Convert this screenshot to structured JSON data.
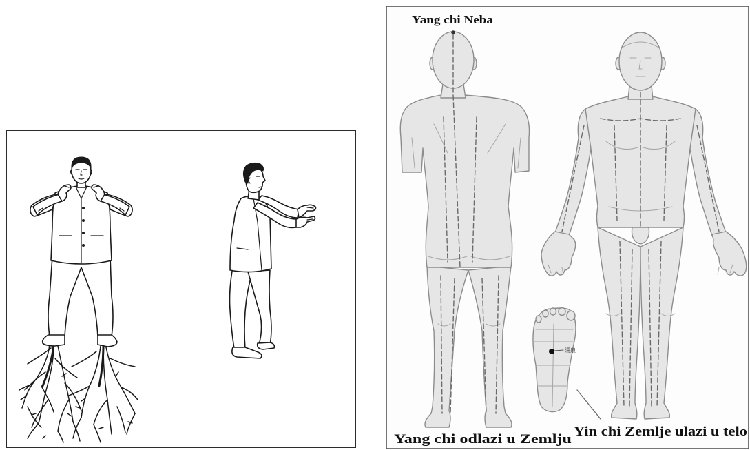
{
  "labels": {
    "top_head": "Yang chi Neba",
    "bottom_left": "Yang chi odlazi u Zemlju",
    "bottom_right": "Yin chi Zemlje ulazi u telo",
    "sole_point": "涌泉"
  },
  "colors": {
    "ink": "#1a1a1a",
    "body_fill": "#e6e6e6",
    "body_outline": "#8c8c8c",
    "meridian": "#6a6a6a"
  }
}
